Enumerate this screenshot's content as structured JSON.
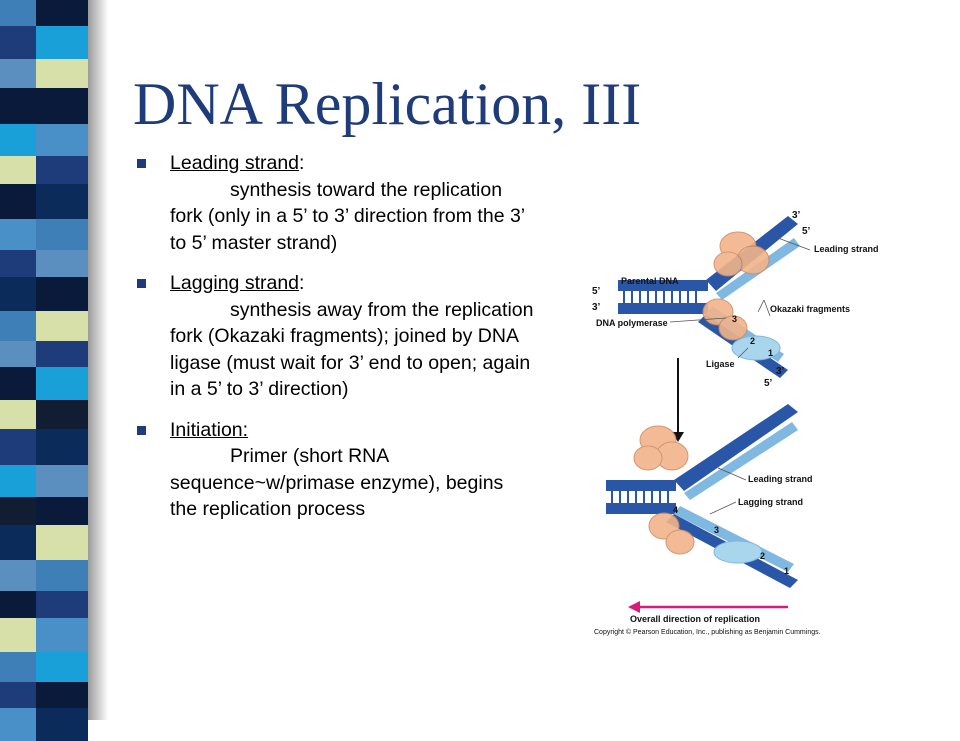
{
  "slide": {
    "title": "DNA Replication, III",
    "bullets": [
      {
        "term": "Leading strand",
        "suffix": ":",
        "text": "synthesis toward the replication fork (only in a 5’ to 3’ direction from the 3’ to 5’ master strand)"
      },
      {
        "term": "Lagging strand",
        "suffix": ":",
        "text": "synthesis away from the replication fork (Okazaki fragments); joined by DNA ligase (must wait for 3’ end to open; again in a 5’ to 3’ direction)"
      },
      {
        "term": "Initiation:",
        "suffix": "",
        "text": "Primer (short RNA sequence~w/primase enzyme), begins the replication process"
      }
    ]
  },
  "figure": {
    "top_labels": {
      "three_prime_top": "3’",
      "five_prime_top": "5’",
      "leading_strand": "Leading strand",
      "parental_dna": "Parental DNA",
      "five_prime_left": "5’",
      "three_prime_left": "3’",
      "okazaki_fragments": "Okazaki fragments",
      "dna_polymerase": "DNA polymerase",
      "ligase": "Ligase",
      "five_prime_bottom": "5’",
      "three_prime_bottom": "3’",
      "frag_1": "1",
      "frag_2": "2",
      "frag_3": "3"
    },
    "bottom_labels": {
      "leading_strand": "Leading strand",
      "lagging_strand": "Lagging strand",
      "frag_1": "1",
      "frag_2": "2",
      "frag_3": "3",
      "frag_4": "4"
    },
    "direction_label": "Overall direction of replication",
    "copyright": "Copyright © Pearson Education, Inc., publishing as Benjamin Cummings."
  },
  "colors": {
    "title": "#1f3c7a",
    "dark_strand": "#2a56a8",
    "light_strand": "#7fb8e0",
    "polymerase": "#f2b48a",
    "arrow": "#d81b7a"
  }
}
